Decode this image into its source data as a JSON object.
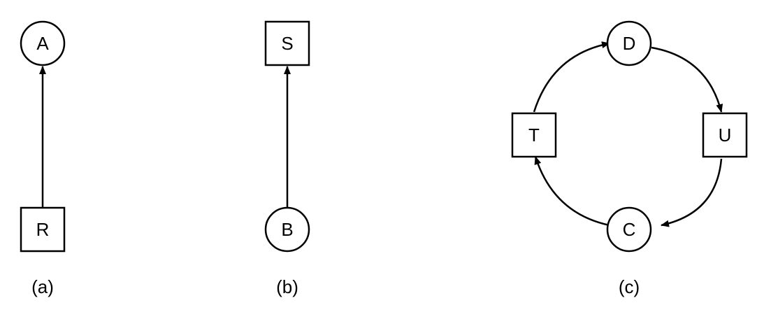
{
  "panels": [
    {
      "caption": "(a)",
      "nodes": [
        {
          "id": "A",
          "label": "A",
          "shape": "circle"
        },
        {
          "id": "R",
          "label": "R",
          "shape": "square"
        }
      ],
      "edges": [
        {
          "from": "R",
          "to": "A"
        }
      ]
    },
    {
      "caption": "(b)",
      "nodes": [
        {
          "id": "S",
          "label": "S",
          "shape": "square"
        },
        {
          "id": "B",
          "label": "B",
          "shape": "circle"
        }
      ],
      "edges": [
        {
          "from": "B",
          "to": "S"
        }
      ]
    },
    {
      "caption": "(c)",
      "nodes": [
        {
          "id": "D",
          "label": "D",
          "shape": "circle"
        },
        {
          "id": "U",
          "label": "U",
          "shape": "square"
        },
        {
          "id": "C",
          "label": "C",
          "shape": "circle"
        },
        {
          "id": "T",
          "label": "T",
          "shape": "square"
        }
      ],
      "edges": [
        {
          "from": "D",
          "to": "U"
        },
        {
          "from": "U",
          "to": "C"
        },
        {
          "from": "C",
          "to": "T"
        },
        {
          "from": "T",
          "to": "D"
        }
      ]
    }
  ],
  "colors": {
    "stroke": "#000000",
    "background": "#ffffff"
  }
}
